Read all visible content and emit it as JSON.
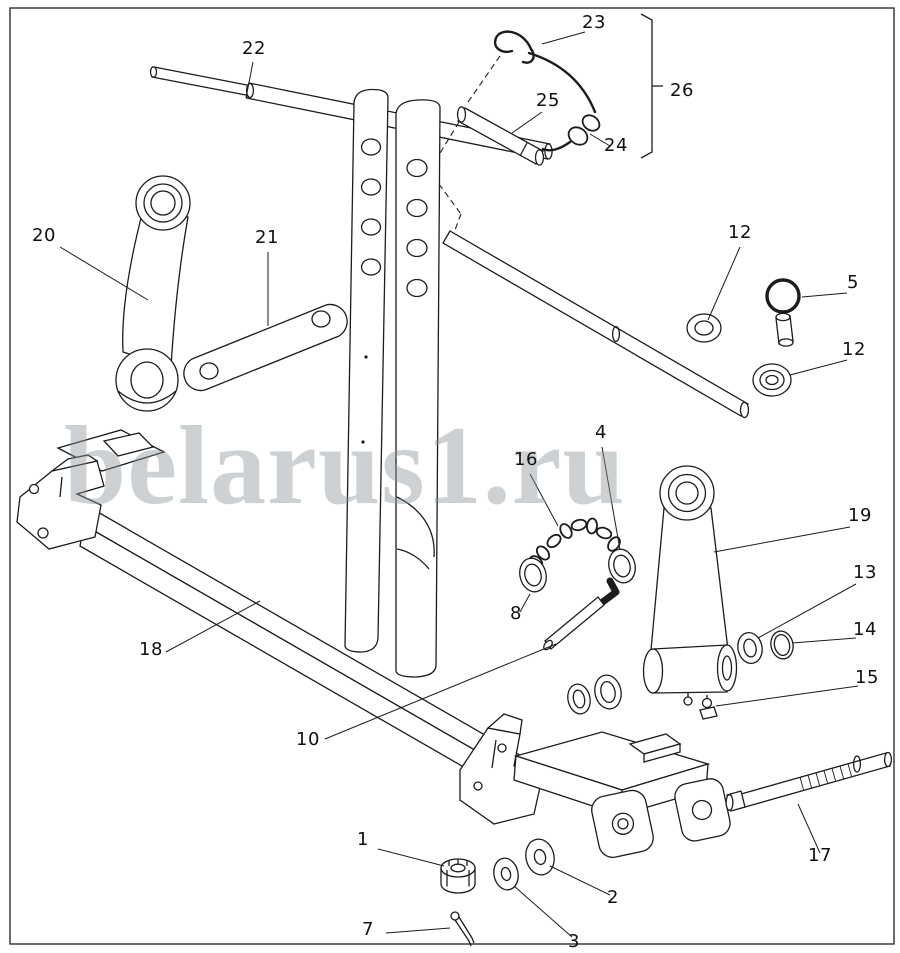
{
  "watermark": "belarus1.ru",
  "callouts": [
    {
      "label": "22"
    },
    {
      "label": "23"
    },
    {
      "label": "26"
    },
    {
      "label": "25"
    },
    {
      "label": "24"
    },
    {
      "label": "20"
    },
    {
      "label": "21"
    },
    {
      "label": "12"
    },
    {
      "label": "5"
    },
    {
      "label": "12"
    },
    {
      "label": "4"
    },
    {
      "label": "16"
    },
    {
      "label": "19"
    },
    {
      "label": "13"
    },
    {
      "label": "14"
    },
    {
      "label": "15"
    },
    {
      "label": "18"
    },
    {
      "label": "8"
    },
    {
      "label": "10"
    },
    {
      "label": "17"
    },
    {
      "label": "1"
    },
    {
      "label": "2"
    },
    {
      "label": "3"
    },
    {
      "label": "7"
    }
  ]
}
